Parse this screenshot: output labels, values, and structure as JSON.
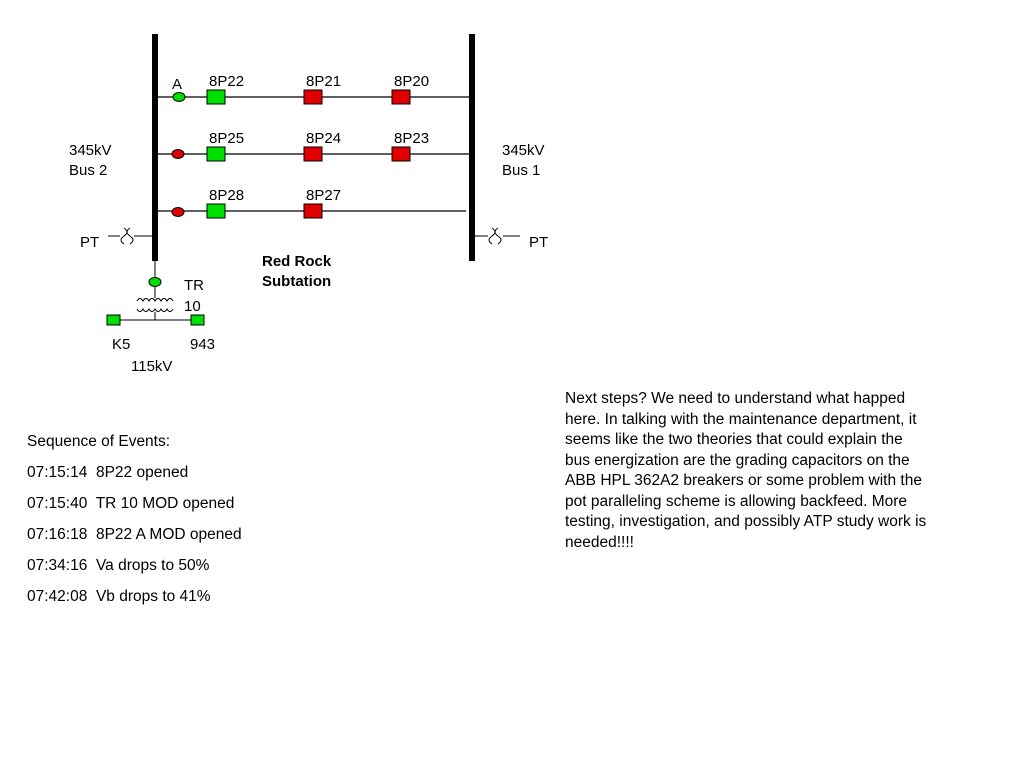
{
  "diagram": {
    "substation_name": [
      "Red Rock",
      "Subtation"
    ],
    "bus_left": [
      "345kV",
      "Bus 2"
    ],
    "bus_right": [
      "345kV",
      "Bus 1"
    ],
    "pt_left": "PT",
    "pt_right": "PT",
    "bay_label_a": "A",
    "transformer": [
      "TR",
      "10"
    ],
    "low_side_breakers": [
      "K5",
      "943"
    ],
    "low_side_voltage": "115kV",
    "breakers": [
      {
        "label": "8P22",
        "state": "closed"
      },
      {
        "label": "8P21",
        "state": "open"
      },
      {
        "label": "8P20",
        "state": "open"
      },
      {
        "label": "8P25",
        "state": "closed"
      },
      {
        "label": "8P24",
        "state": "open"
      },
      {
        "label": "8P23",
        "state": "open"
      },
      {
        "label": "8P28",
        "state": "closed"
      },
      {
        "label": "8P27",
        "state": "open"
      }
    ],
    "colors": {
      "closed": "#00e000",
      "open": "#e00000",
      "outline": "#000000"
    }
  },
  "events": {
    "title": "Sequence of Events:",
    "items": [
      {
        "time": "07:15:14",
        "text": "8P22 opened"
      },
      {
        "time": "07:15:40",
        "text": "TR 10 MOD opened"
      },
      {
        "time": "07:16:18",
        "text": "8P22 A MOD opened"
      },
      {
        "time": "07:34:16",
        "text": "Va drops to 50%"
      },
      {
        "time": "07:42:08",
        "text": "Vb drops to 41%"
      }
    ]
  },
  "notes": "Next steps?  We need to understand what happed here.  In talking with the maintenance department, it seems like the two theories that could explain the bus energization are the grading capacitors on the ABB HPL 362A2 breakers or some problem with the pot paralleling scheme is allowing backfeed.  More testing, investigation, and possibly ATP study work is needed!!!!"
}
